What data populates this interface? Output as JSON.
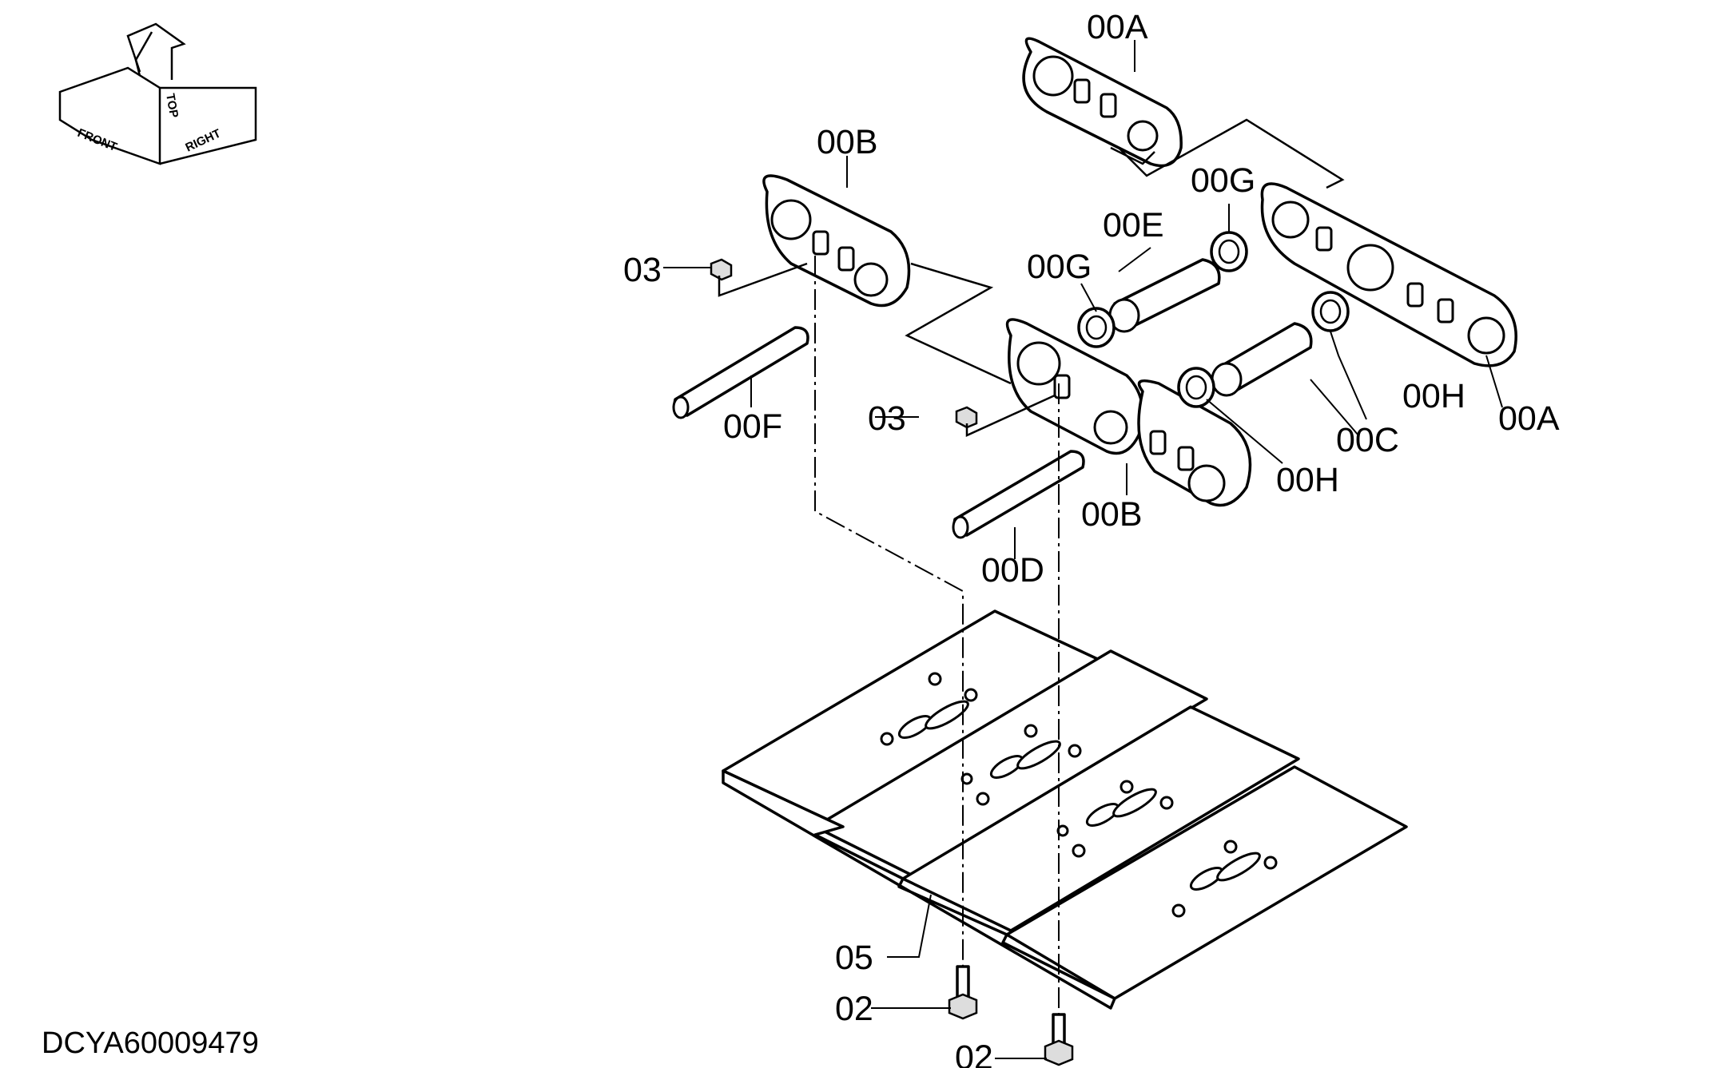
{
  "orientation": {
    "front": "FRONT",
    "top": "TOP",
    "right": "RIGHT"
  },
  "labels": {
    "link_a_top": "00A",
    "link_a_right": "00A",
    "link_b_left": "00B",
    "link_b_front": "00B",
    "bushing_c": "00C",
    "pin_d": "00D",
    "bushing_e": "00E",
    "pin_f": "00F",
    "seal_g_upper": "00G",
    "seal_g_left": "00G",
    "seal_h_lower": "00H",
    "seal_h_right": "00H",
    "nut_left": "03",
    "nut_center": "03",
    "shoe": "05",
    "bolt_left": "02",
    "bolt_right": "02"
  },
  "drawing_code": "DCYA60009479"
}
